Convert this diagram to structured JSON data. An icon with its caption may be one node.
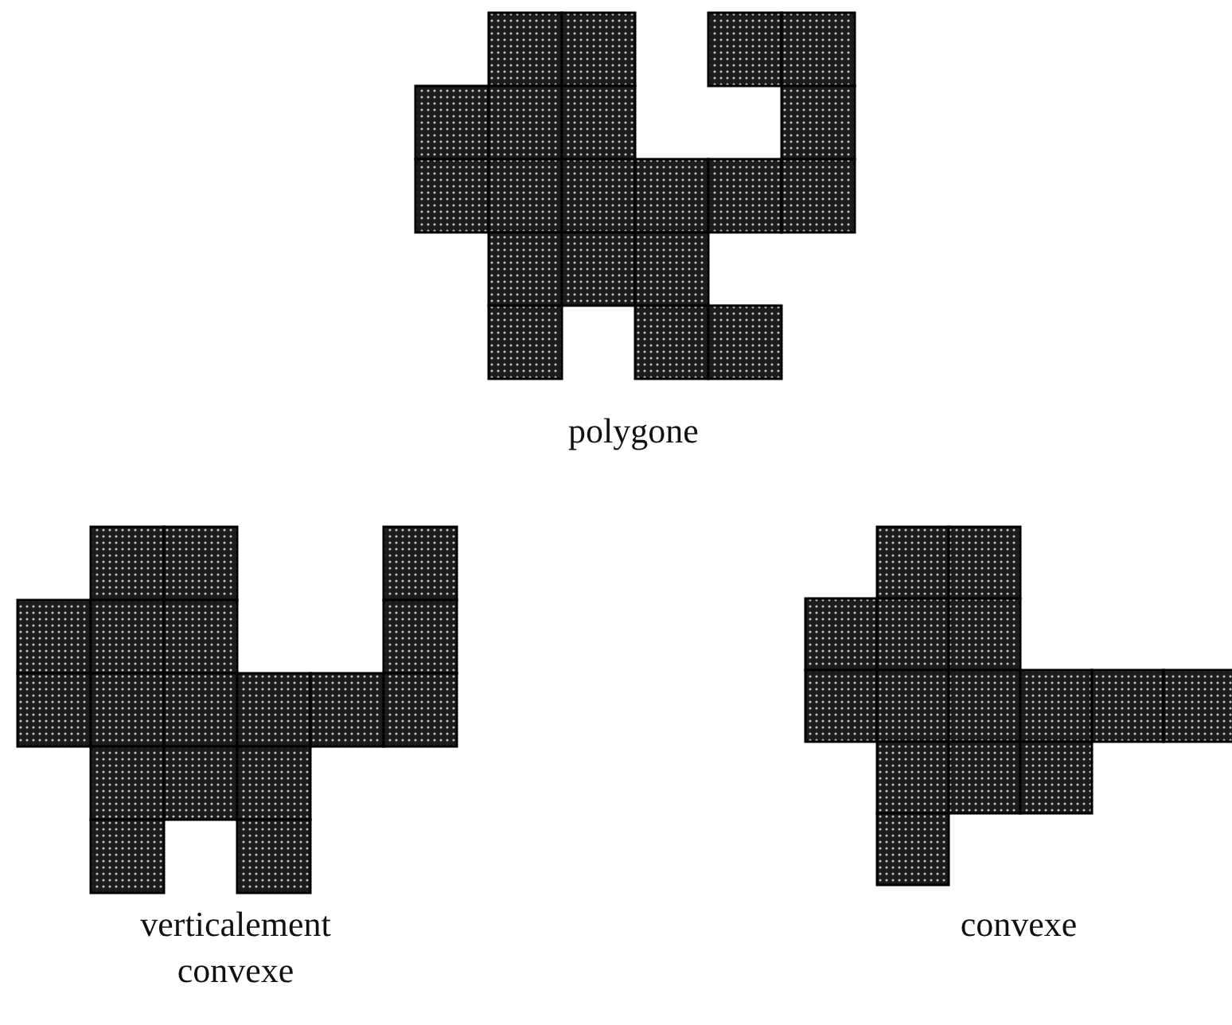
{
  "diagram": {
    "labels": [
      "polygone",
      "verticalement convexe",
      "convexe"
    ]
  }
}
